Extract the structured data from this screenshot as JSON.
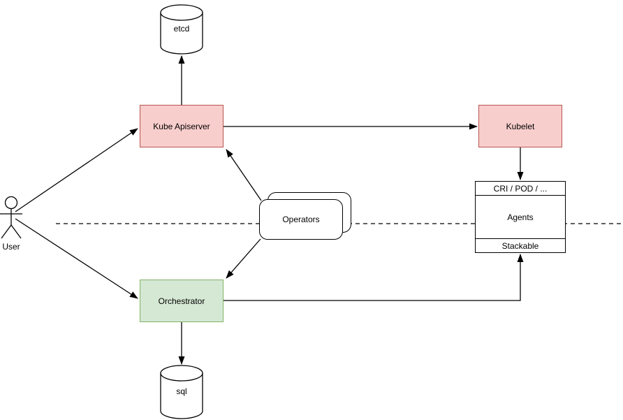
{
  "nodes": {
    "user": {
      "label": "User"
    },
    "etcd": {
      "label": "etcd"
    },
    "kube_apiserver": {
      "label": "Kube Apiserver"
    },
    "kubelet": {
      "label": "Kubelet"
    },
    "operators": {
      "label": "Operators"
    },
    "agents": {
      "rows": [
        "CRI / POD / ...",
        "Agents",
        "Stackable"
      ]
    },
    "orchestrator": {
      "label": "Orchestrator"
    },
    "sql": {
      "label": "sql"
    }
  },
  "colors": {
    "red_fill": "#f8cecc",
    "red_stroke": "#b85450",
    "green_fill": "#d5e8d4",
    "green_stroke": "#82b366",
    "shape_fill": "#ffffff",
    "line": "#000000",
    "background": "#ffffff"
  }
}
